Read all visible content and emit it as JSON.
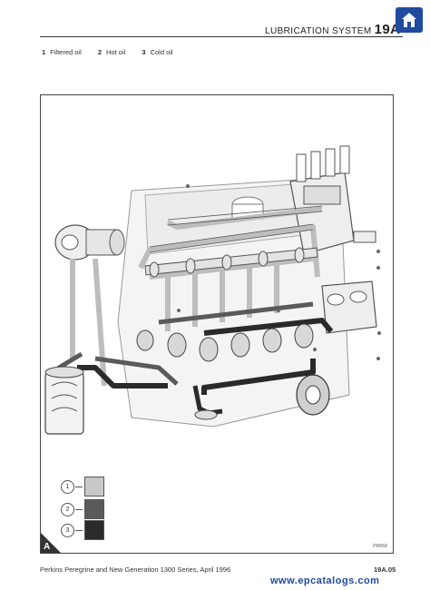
{
  "header": {
    "title": "LUBRICATION SYSTEM",
    "section": "19A"
  },
  "legend": [
    {
      "num": "1",
      "label": "Filtered oil"
    },
    {
      "num": "2",
      "label": "Hot oil"
    },
    {
      "num": "3",
      "label": "Cold oil"
    }
  ],
  "diagram": {
    "key": [
      {
        "num": "1",
        "color": "#c8c8c8"
      },
      {
        "num": "2",
        "color": "#5a5a5a"
      },
      {
        "num": "3",
        "color": "#2a2a2a"
      }
    ],
    "corner_label": "A",
    "ref_code": "PM058"
  },
  "footer": {
    "text": "Perkins Peregrine and New Generation 1300 Series, April 1996",
    "page": "19A.05"
  },
  "watermark": "www.epcatalogs.com",
  "colors": {
    "accent": "#1f4aa0"
  },
  "icons": {
    "home": "home-icon"
  }
}
